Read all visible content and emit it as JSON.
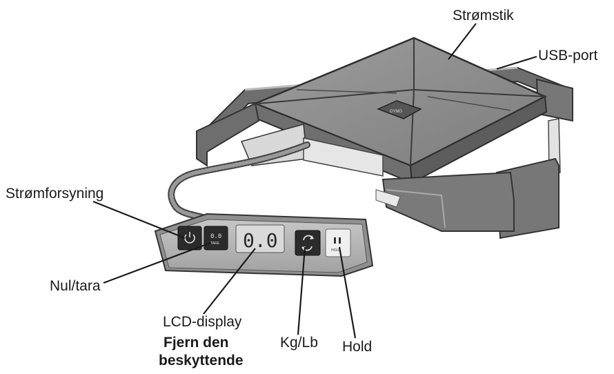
{
  "labels": {
    "power_connector": "Strømstik",
    "usb_port": "USB-port",
    "power_supply": "Strømforsyning",
    "zero_tare": "Nul/tara",
    "lcd_display": "LCD-display",
    "remove_protective_line1": "Fjern den",
    "remove_protective_line2": "beskyttende",
    "kg_lb": "Kg/Lb",
    "hold": "Hold"
  },
  "device": {
    "lcd_value": "0.0",
    "tare_button_value": "0.0",
    "tare_button_caption": "TARE",
    "hold_button_symbol": "II",
    "hold_button_caption": "HOLD",
    "brand": "DYMO"
  },
  "colors": {
    "plate_fill": "#8a8a8a",
    "handle_fill": "#6e6e6e",
    "control_panel_fill": "#b5b5b5",
    "button_dark": "#2b2b2b",
    "leader_line": "#1a1a1a"
  },
  "icons": {
    "power_button": "power-icon",
    "unit_toggle_button": "refresh-icon",
    "hold_button": "pause-icon"
  }
}
